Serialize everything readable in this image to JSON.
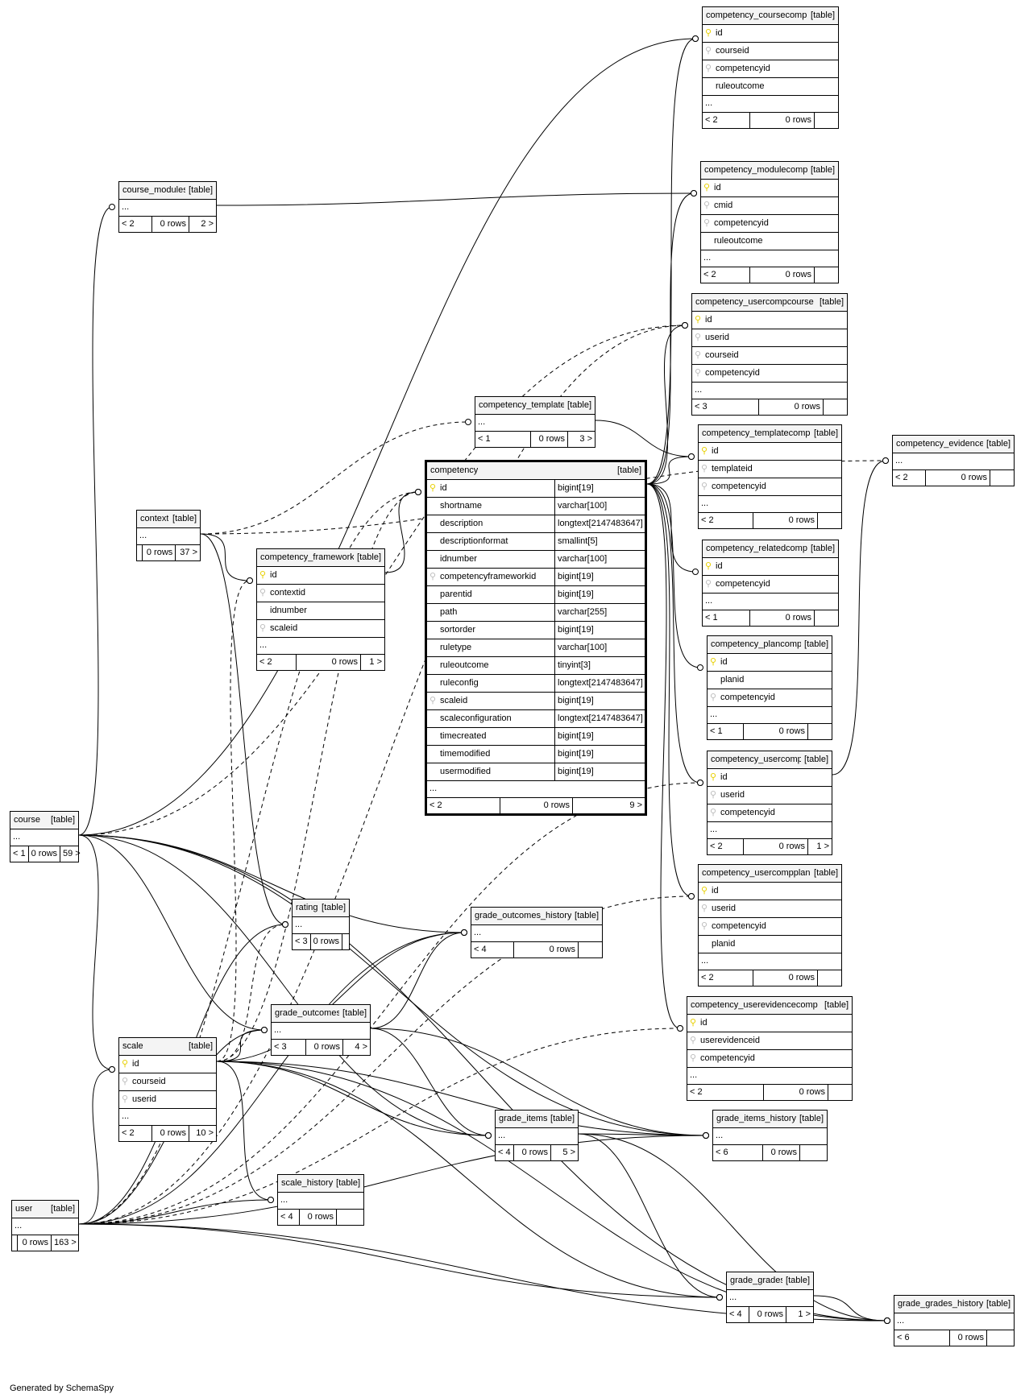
{
  "footer_text": "Generated by SchemaSpy",
  "table_type_label": "[table]",
  "tables": [
    {
      "id": "course_modules",
      "name": "course_modules",
      "parents": "< 2",
      "rows": "0 rows",
      "children": "2 >",
      "cols": []
    },
    {
      "id": "context",
      "name": "context",
      "parents": "",
      "rows": "0 rows",
      "children": "37 >",
      "cols": []
    },
    {
      "id": "course",
      "name": "course",
      "parents": "< 1",
      "rows": "0 rows",
      "children": "59 >",
      "cols": []
    },
    {
      "id": "user",
      "name": "user",
      "parents": "",
      "rows": "0 rows",
      "children": "163 >",
      "cols": []
    },
    {
      "id": "scale",
      "name": "scale",
      "parents": "< 2",
      "rows": "0 rows",
      "children": "10 >",
      "cols": [
        {
          "k": "pk",
          "n": "id"
        },
        {
          "k": "fk",
          "n": "courseid"
        },
        {
          "k": "fk",
          "n": "userid"
        }
      ]
    },
    {
      "id": "competency_framework",
      "name": "competency_framework",
      "parents": "< 2",
      "rows": "0 rows",
      "children": "1 >",
      "cols": [
        {
          "k": "pk",
          "n": "id"
        },
        {
          "k": "fk",
          "n": "contextid"
        },
        {
          "k": "",
          "n": "idnumber"
        },
        {
          "k": "fk",
          "n": "scaleid"
        }
      ]
    },
    {
      "id": "rating",
      "name": "rating",
      "parents": "< 3",
      "rows": "0 rows",
      "children": "",
      "cols": []
    },
    {
      "id": "grade_outcomes",
      "name": "grade_outcomes",
      "parents": "< 3",
      "rows": "0 rows",
      "children": "4 >",
      "cols": []
    },
    {
      "id": "scale_history",
      "name": "scale_history",
      "parents": "< 4",
      "rows": "0 rows",
      "children": "",
      "cols": []
    },
    {
      "id": "competency_template",
      "name": "competency_template",
      "parents": "< 1",
      "rows": "0 rows",
      "children": "3 >",
      "cols": []
    },
    {
      "id": "grade_outcomes_history",
      "name": "grade_outcomes_history",
      "parents": "< 4",
      "rows": "0 rows",
      "children": "",
      "cols": []
    },
    {
      "id": "grade_items",
      "name": "grade_items",
      "parents": "< 4",
      "rows": "0 rows",
      "children": "5 >",
      "cols": []
    },
    {
      "id": "competency_coursecomp",
      "name": "competency_coursecomp",
      "parents": "< 2",
      "rows": "0 rows",
      "children": "",
      "cols": [
        {
          "k": "pk",
          "n": "id"
        },
        {
          "k": "fk",
          "n": "courseid"
        },
        {
          "k": "fk",
          "n": "competencyid"
        },
        {
          "k": "",
          "n": "ruleoutcome"
        }
      ]
    },
    {
      "id": "competency_modulecomp",
      "name": "competency_modulecomp",
      "parents": "< 2",
      "rows": "0 rows",
      "children": "",
      "cols": [
        {
          "k": "pk",
          "n": "id"
        },
        {
          "k": "fk",
          "n": "cmid"
        },
        {
          "k": "fk",
          "n": "competencyid"
        },
        {
          "k": "",
          "n": "ruleoutcome"
        }
      ]
    },
    {
      "id": "competency_usercompcourse",
      "name": "competency_usercompcourse",
      "parents": "< 3",
      "rows": "0 rows",
      "children": "",
      "cols": [
        {
          "k": "pk",
          "n": "id"
        },
        {
          "k": "fk",
          "n": "userid"
        },
        {
          "k": "fk",
          "n": "courseid"
        },
        {
          "k": "fk",
          "n": "competencyid"
        }
      ]
    },
    {
      "id": "competency_templatecomp",
      "name": "competency_templatecomp",
      "parents": "< 2",
      "rows": "0 rows",
      "children": "",
      "cols": [
        {
          "k": "pk",
          "n": "id"
        },
        {
          "k": "fk",
          "n": "templateid"
        },
        {
          "k": "fk",
          "n": "competencyid"
        }
      ]
    },
    {
      "id": "competency_relatedcomp",
      "name": "competency_relatedcomp",
      "parents": "< 1",
      "rows": "0 rows",
      "children": "",
      "cols": [
        {
          "k": "pk",
          "n": "id"
        },
        {
          "k": "fk",
          "n": "competencyid"
        }
      ]
    },
    {
      "id": "competency_plancomp",
      "name": "competency_plancomp",
      "parents": "< 1",
      "rows": "0 rows",
      "children": "",
      "cols": [
        {
          "k": "pk",
          "n": "id"
        },
        {
          "k": "",
          "n": "planid"
        },
        {
          "k": "fk",
          "n": "competencyid"
        }
      ]
    },
    {
      "id": "competency_usercomp",
      "name": "competency_usercomp",
      "parents": "< 2",
      "rows": "0 rows",
      "children": "1 >",
      "cols": [
        {
          "k": "pk",
          "n": "id"
        },
        {
          "k": "fk",
          "n": "userid"
        },
        {
          "k": "fk",
          "n": "competencyid"
        }
      ]
    },
    {
      "id": "competency_usercompplan",
      "name": "competency_usercompplan",
      "parents": "< 2",
      "rows": "0 rows",
      "children": "",
      "cols": [
        {
          "k": "pk",
          "n": "id"
        },
        {
          "k": "fk",
          "n": "userid"
        },
        {
          "k": "fk",
          "n": "competencyid"
        },
        {
          "k": "",
          "n": "planid"
        }
      ]
    },
    {
      "id": "competency_userevidencecomp",
      "name": "competency_userevidencecomp",
      "parents": "< 2",
      "rows": "0 rows",
      "children": "",
      "cols": [
        {
          "k": "pk",
          "n": "id"
        },
        {
          "k": "fk",
          "n": "userevidenceid"
        },
        {
          "k": "fk",
          "n": "competencyid"
        }
      ]
    },
    {
      "id": "grade_items_history",
      "name": "grade_items_history",
      "parents": "< 6",
      "rows": "0 rows",
      "children": "",
      "cols": []
    },
    {
      "id": "grade_grades",
      "name": "grade_grades",
      "parents": "< 4",
      "rows": "0 rows",
      "children": "1 >",
      "cols": []
    },
    {
      "id": "grade_grades_history",
      "name": "grade_grades_history",
      "parents": "< 6",
      "rows": "0 rows",
      "children": "",
      "cols": []
    },
    {
      "id": "competency_evidence",
      "name": "competency_evidence",
      "parents": "< 2",
      "rows": "0 rows",
      "children": "",
      "cols": []
    }
  ],
  "focus_table": {
    "id": "competency",
    "name": "competency",
    "parents": "< 2",
    "rows": "0 rows",
    "children": "9 >",
    "cols": [
      {
        "k": "pk",
        "n": "id",
        "t": "bigint[19]"
      },
      {
        "k": "",
        "n": "shortname",
        "t": "varchar[100]"
      },
      {
        "k": "",
        "n": "description",
        "t": "longtext[2147483647]"
      },
      {
        "k": "",
        "n": "descriptionformat",
        "t": "smallint[5]"
      },
      {
        "k": "",
        "n": "idnumber",
        "t": "varchar[100]"
      },
      {
        "k": "fk",
        "n": "competencyframeworkid",
        "t": "bigint[19]"
      },
      {
        "k": "",
        "n": "parentid",
        "t": "bigint[19]"
      },
      {
        "k": "",
        "n": "path",
        "t": "varchar[255]"
      },
      {
        "k": "",
        "n": "sortorder",
        "t": "bigint[19]"
      },
      {
        "k": "",
        "n": "ruletype",
        "t": "varchar[100]"
      },
      {
        "k": "",
        "n": "ruleoutcome",
        "t": "tinyint[3]"
      },
      {
        "k": "",
        "n": "ruleconfig",
        "t": "longtext[2147483647]"
      },
      {
        "k": "fk",
        "n": "scaleid",
        "t": "bigint[19]"
      },
      {
        "k": "",
        "n": "scaleconfiguration",
        "t": "longtext[2147483647]"
      },
      {
        "k": "",
        "n": "timecreated",
        "t": "bigint[19]"
      },
      {
        "k": "",
        "n": "timemodified",
        "t": "bigint[19]"
      },
      {
        "k": "",
        "n": "usermodified",
        "t": "bigint[19]"
      }
    ]
  },
  "relationships": [
    {
      "from": "course",
      "to": "competency_coursecomp",
      "dashed": false
    },
    {
      "from": "course",
      "to": "course_modules",
      "dashed": false
    },
    {
      "from": "course_modules",
      "to": "competency_modulecomp",
      "dashed": false
    },
    {
      "from": "context",
      "to": "competency_evidence",
      "dashed": true
    },
    {
      "from": "user",
      "to": "competency_usercompcourse",
      "dashed": true
    },
    {
      "from": "course",
      "to": "competency_usercompcourse",
      "dashed": true
    },
    {
      "from": "context",
      "to": "competency_template",
      "dashed": true
    },
    {
      "from": "competency_template",
      "to": "competency_templatecomp",
      "dashed": false
    },
    {
      "from": "context",
      "to": "competency_framework",
      "dashed": false
    },
    {
      "from": "scale",
      "to": "competency_framework",
      "dashed": true
    },
    {
      "from": "competency_framework",
      "to": "competency",
      "dashed": false
    },
    {
      "from": "scale",
      "to": "competency",
      "dashed": true
    },
    {
      "from": "competency",
      "to": "competency_coursecomp",
      "dashed": false
    },
    {
      "from": "competency",
      "to": "competency_modulecomp",
      "dashed": false
    },
    {
      "from": "competency",
      "to": "competency_usercompcourse",
      "dashed": false
    },
    {
      "from": "competency",
      "to": "competency_templatecomp",
      "dashed": false
    },
    {
      "from": "competency",
      "to": "competency_relatedcomp",
      "dashed": false
    },
    {
      "from": "competency",
      "to": "competency_plancomp",
      "dashed": false
    },
    {
      "from": "competency",
      "to": "competency_usercomp",
      "dashed": false
    },
    {
      "from": "competency",
      "to": "competency_usercompplan",
      "dashed": false
    },
    {
      "from": "competency",
      "to": "competency_userevidencecomp",
      "dashed": false
    },
    {
      "from": "competency_usercomp",
      "to": "competency_evidence",
      "dashed": false
    },
    {
      "from": "user",
      "to": "competency_usercomp",
      "dashed": true
    },
    {
      "from": "user",
      "to": "competency_usercompplan",
      "dashed": true
    },
    {
      "from": "user",
      "to": "competency_userevidencecomp",
      "dashed": true
    },
    {
      "from": "context",
      "to": "rating",
      "dashed": false
    },
    {
      "from": "scale",
      "to": "rating",
      "dashed": true
    },
    {
      "from": "user",
      "to": "rating",
      "dashed": false
    },
    {
      "from": "course",
      "to": "grade_outcomes",
      "dashed": false
    },
    {
      "from": "scale",
      "to": "grade_outcomes",
      "dashed": false
    },
    {
      "from": "user",
      "to": "grade_outcomes",
      "dashed": false
    },
    {
      "from": "course",
      "to": "grade_outcomes_history",
      "dashed": false
    },
    {
      "from": "scale",
      "to": "grade_outcomes_history",
      "dashed": false
    },
    {
      "from": "user",
      "to": "grade_outcomes_history",
      "dashed": false
    },
    {
      "from": "grade_outcomes",
      "to": "grade_outcomes_history",
      "dashed": false
    },
    {
      "from": "course",
      "to": "scale",
      "dashed": false
    },
    {
      "from": "user",
      "to": "scale",
      "dashed": false
    },
    {
      "from": "scale",
      "to": "scale_history",
      "dashed": false
    },
    {
      "from": "user",
      "to": "scale_history",
      "dashed": false
    },
    {
      "from": "course",
      "to": "grade_items",
      "dashed": false
    },
    {
      "from": "scale",
      "to": "grade_items",
      "dashed": false
    },
    {
      "from": "grade_outcomes",
      "to": "grade_items",
      "dashed": false
    },
    {
      "from": "course",
      "to": "grade_items_history",
      "dashed": false
    },
    {
      "from": "scale",
      "to": "grade_items_history",
      "dashed": false
    },
    {
      "from": "grade_outcomes",
      "to": "grade_items_history",
      "dashed": false
    },
    {
      "from": "grade_items",
      "to": "grade_items_history",
      "dashed": false
    },
    {
      "from": "user",
      "to": "grade_items_history",
      "dashed": false
    },
    {
      "from": "grade_items",
      "to": "grade_grades",
      "dashed": false
    },
    {
      "from": "user",
      "to": "grade_grades",
      "dashed": false
    },
    {
      "from": "scale",
      "to": "grade_grades",
      "dashed": false
    },
    {
      "from": "grade_grades",
      "to": "grade_grades_history",
      "dashed": false
    },
    {
      "from": "grade_items",
      "to": "grade_grades_history",
      "dashed": false
    },
    {
      "from": "user",
      "to": "grade_grades_history",
      "dashed": false
    },
    {
      "from": "scale",
      "to": "grade_grades_history",
      "dashed": false
    },
    {
      "from": "course",
      "to": "grade_grades_history",
      "dashed": false
    },
    {
      "from": "user",
      "to": "competency",
      "dashed": true
    }
  ]
}
